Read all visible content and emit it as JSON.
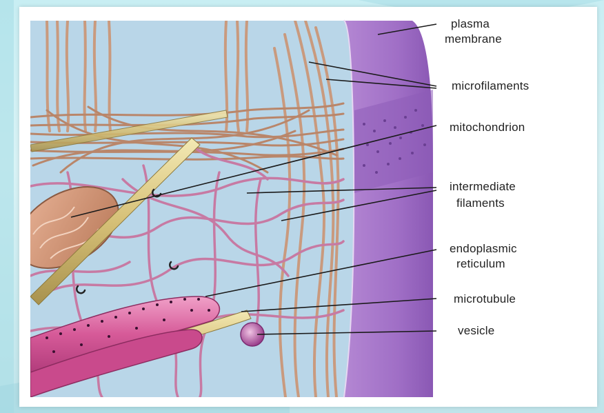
{
  "labels": {
    "plasma_membrane_1": "plasma",
    "plasma_membrane_2": "membrane",
    "microfilaments": "microfilaments",
    "mitochondrion": "mitochondrion",
    "intermediate_filaments_1": "intermediate",
    "intermediate_filaments_2": "filaments",
    "endoplasmic_reticulum_1": "endoplasmic",
    "endoplasmic_reticulum_2": "reticulum",
    "microtubule": "microtubule",
    "vesicle": "vesicle"
  },
  "colors": {
    "cytoplasm": "#b9d6e8",
    "membrane": "#a070c4",
    "membrane_dark": "#7d4ea6",
    "microfilament": "#c99a7e",
    "intermediate_filament": "#c77aa3",
    "microtubule": "#d9c98a",
    "reticulum": "#d04a8c",
    "vesicle": "#b04a9c"
  }
}
